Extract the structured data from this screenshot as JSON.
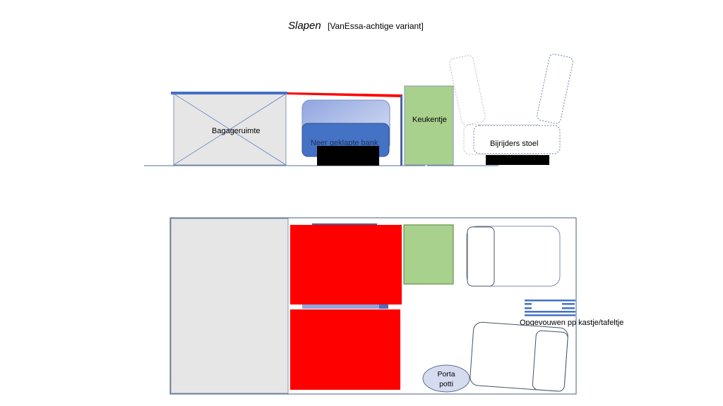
{
  "title": {
    "main": "Slapen",
    "sub": "[VanEssa-achtige variant]"
  },
  "side_view": {
    "luggage": "Bagageruimte",
    "bench": "Neer geklapte bank",
    "kitchen": "Keukentje",
    "passenger_seat": "Bijrijders stoel"
  },
  "top_view": {
    "folded_table": "Opgevouwen pp kastje/tafeltje",
    "toilet_line1": "Porta",
    "toilet_line2": "potti"
  },
  "colors": {
    "bed": "#ff0000",
    "kitchen": "#a9d18e",
    "blue": "#4472c4",
    "storage": "#e7e6e6"
  }
}
